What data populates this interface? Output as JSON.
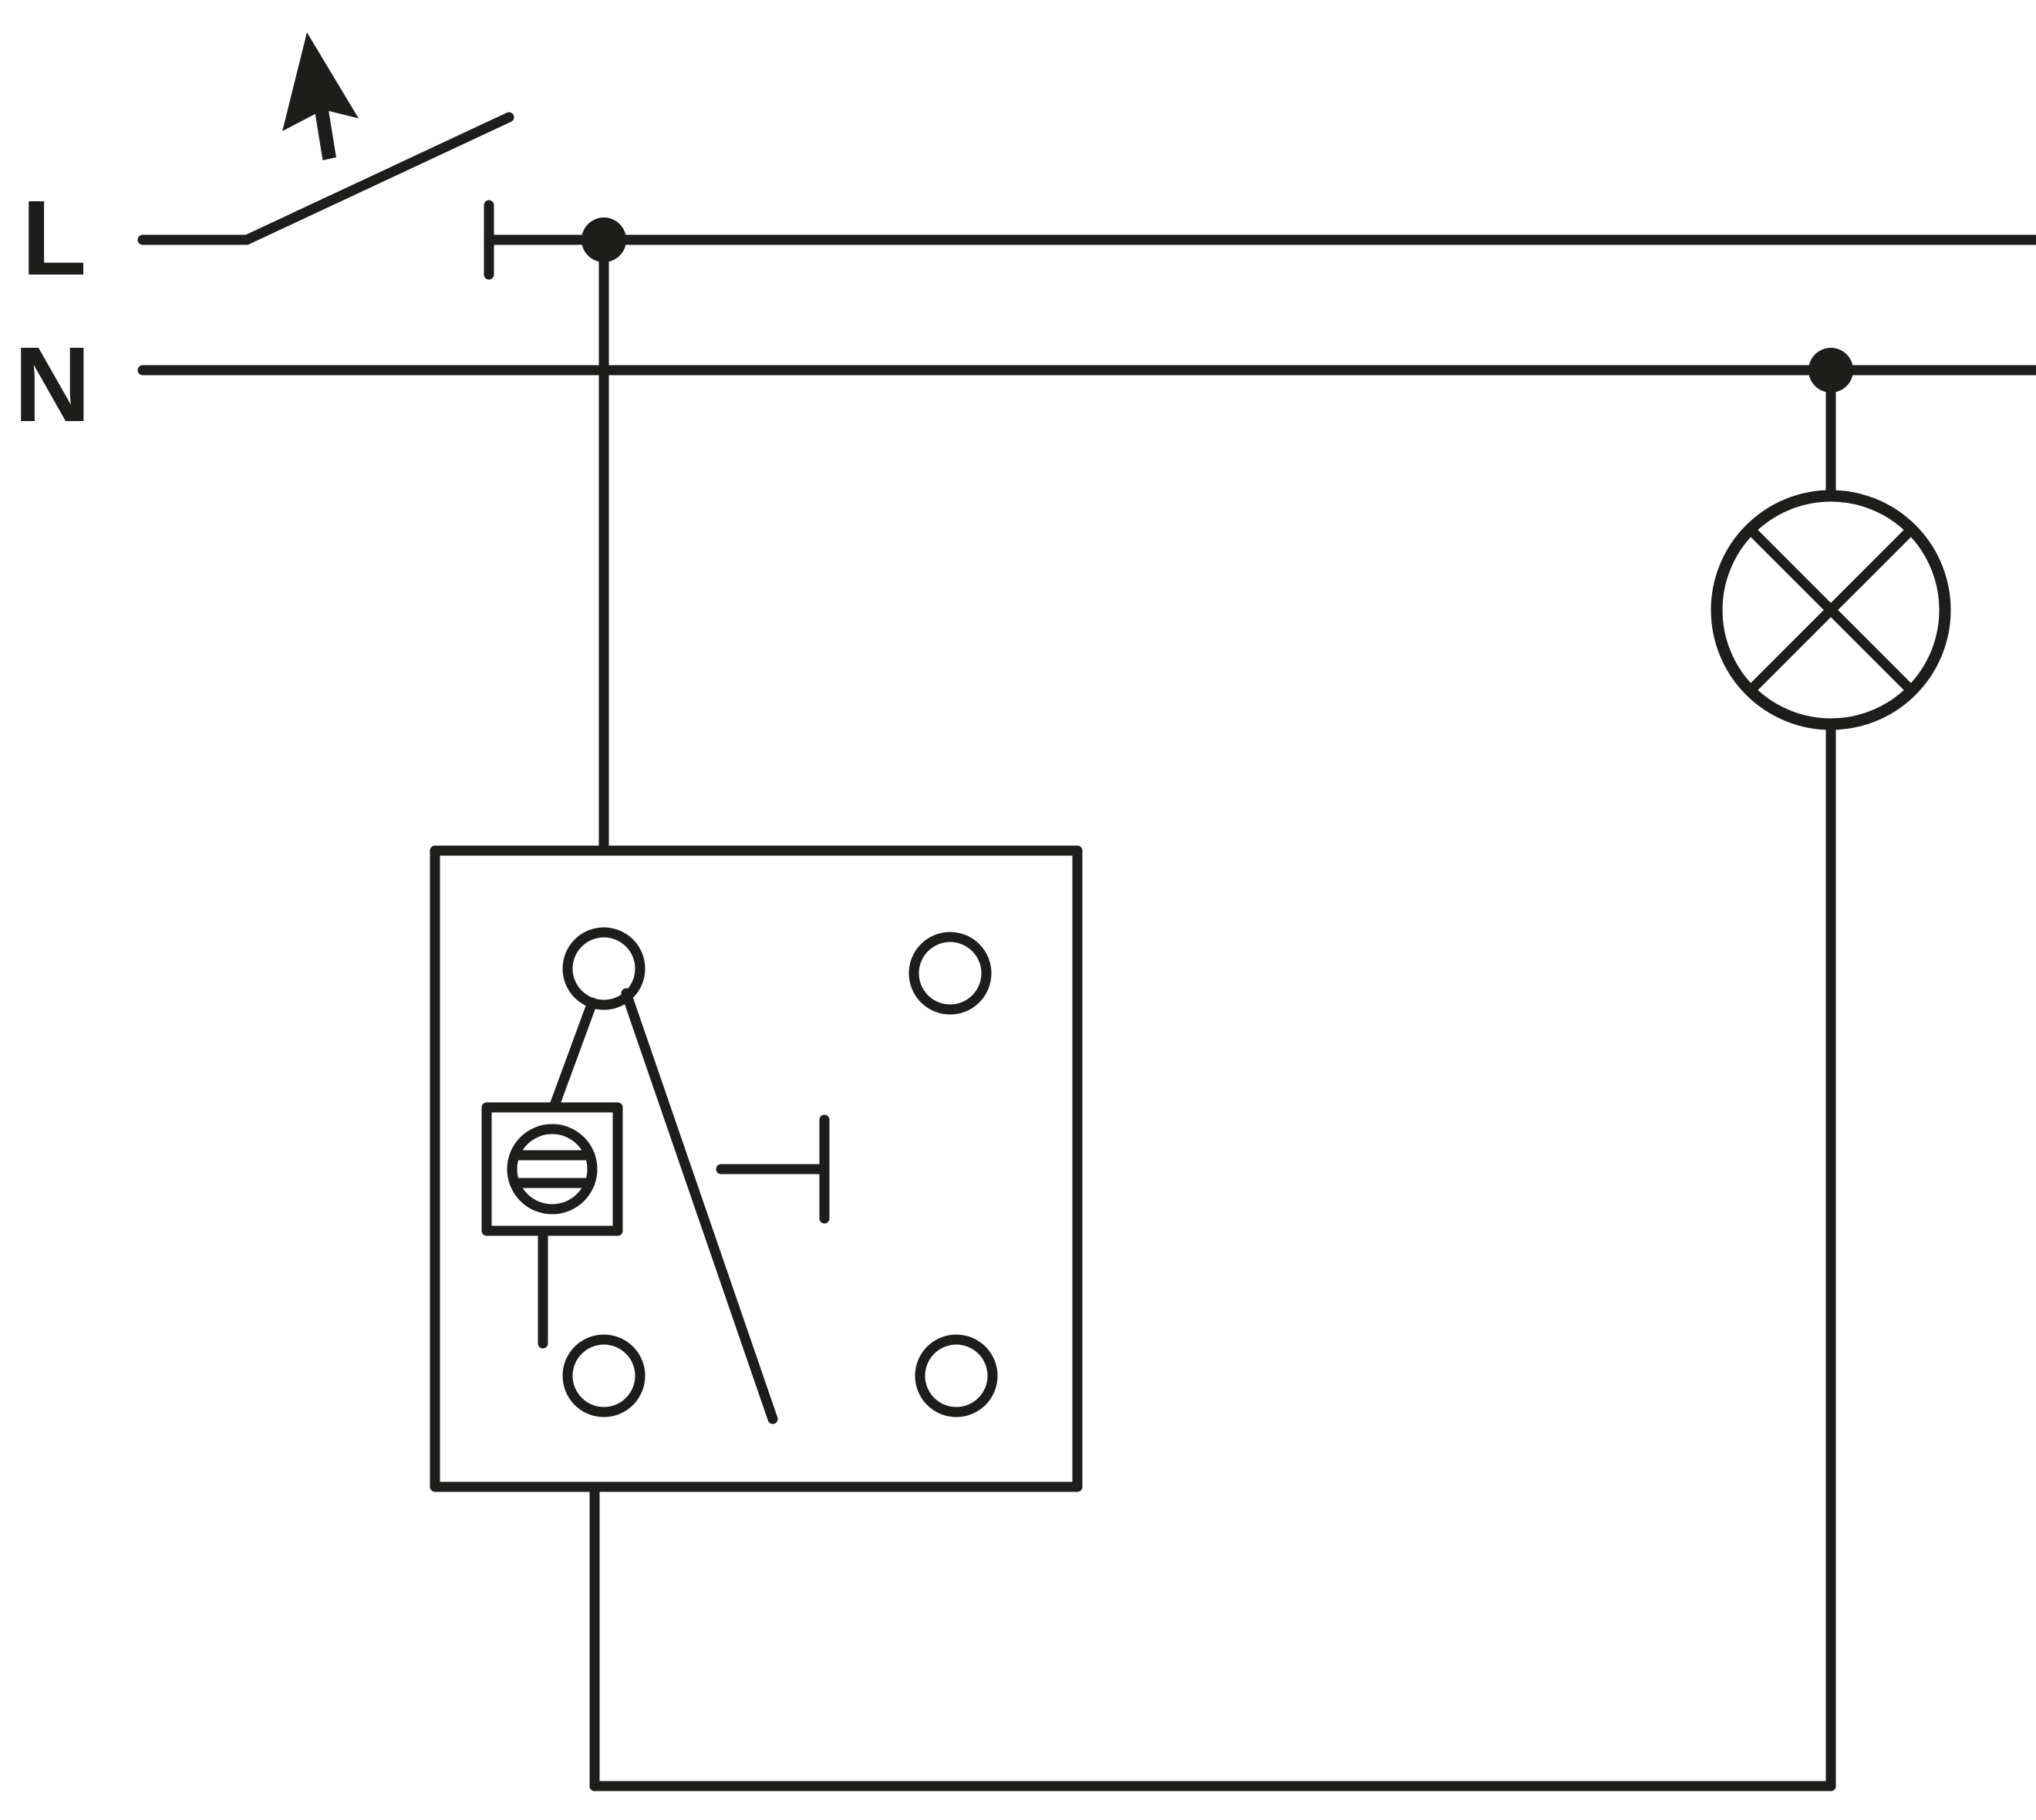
{
  "diagram": {
    "labels": {
      "live": "L",
      "neutral": "N"
    },
    "colors": {
      "stroke": "#1d1d1b",
      "background": "#ffffff"
    },
    "icons": {
      "cursor": "cursor-arrow-icon",
      "supply_switch": "switch-contact-icon",
      "lamp": "lamp-icon",
      "screw_terminal": "screw-terminal-icon",
      "device": "switch-insert-box"
    }
  }
}
